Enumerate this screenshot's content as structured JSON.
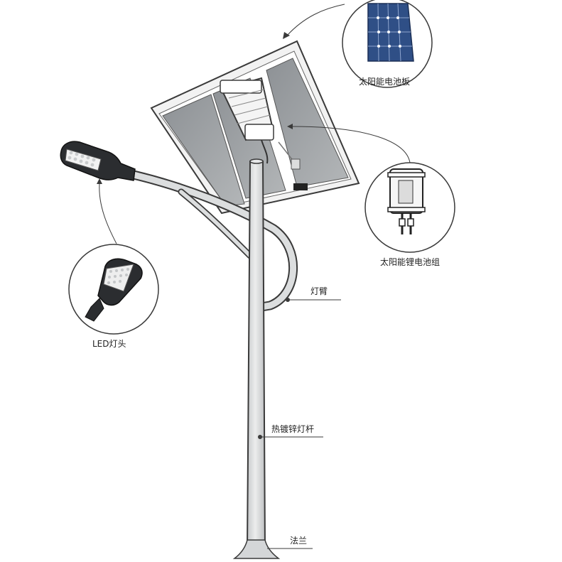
{
  "labels": {
    "solar_panel": "太阳能电池板",
    "lithium_battery": "太阳能锂电池组",
    "led_head": "LED灯头",
    "lamp_arm": "灯臂",
    "galvanized_pole": "热镀锌灯杆",
    "flange": "法兰"
  },
  "colors": {
    "line": "#3a3a3a",
    "pole": "#d9dbdc",
    "panel_cell": "#9fa3a6",
    "panel_frame": "#f2f2f2",
    "module_cell": "#2f4f86",
    "led_body": "#2b2d30"
  }
}
